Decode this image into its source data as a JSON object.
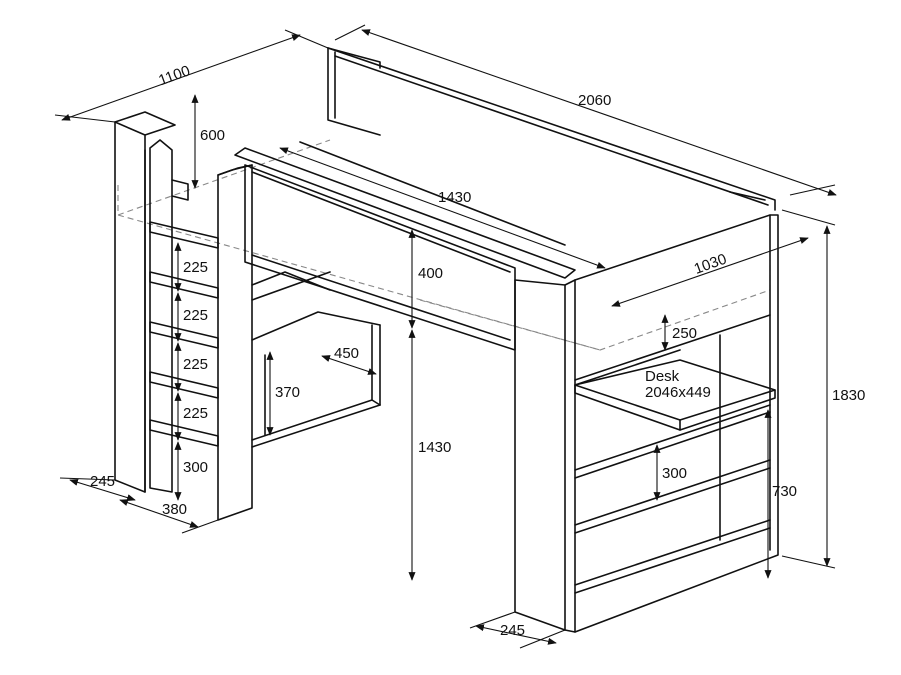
{
  "diagram": {
    "dimensions": {
      "d1100": "1100",
      "d2060": "2060",
      "d600": "600",
      "d1430_top": "1430",
      "d1030": "1030",
      "d400": "400",
      "d225_a": "225",
      "d225_b": "225",
      "d225_c": "225",
      "d225_d": "225",
      "d450": "450",
      "d370": "370",
      "d250": "250",
      "d1830": "1830",
      "d1430_height": "1430",
      "d300_ladder": "300",
      "d300_shelf": "300",
      "d730": "730",
      "d245_left": "245",
      "d380": "380",
      "d245_right": "245"
    },
    "desk_label": "Desk",
    "desk_size": "2046x449"
  }
}
